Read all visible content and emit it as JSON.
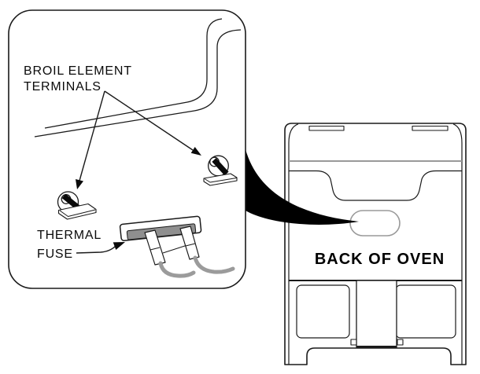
{
  "diagram": {
    "detail_view": {
      "broil_terminals_label": {
        "line1": "BROIL ELEMENT",
        "line2": "TERMINALS"
      },
      "thermal_fuse_label": {
        "line1": "THERMAL",
        "line2": "FUSE"
      }
    },
    "oven_view": {
      "label": "BACK OF OVEN"
    },
    "colors": {
      "line": "#1a1a1a",
      "gray_line": "#999999",
      "fuse_underside": "#8f8f8f",
      "wire": "#9b9b9b",
      "callout_wedge": "#000000",
      "background": "#ffffff"
    }
  }
}
